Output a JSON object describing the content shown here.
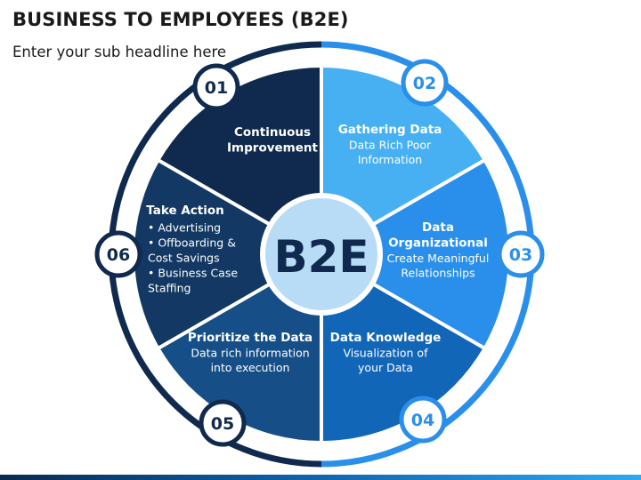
{
  "header": {
    "title": "BUSINESS TO EMPLOYEES (B2E)",
    "subtitle": "Enter your sub headline here"
  },
  "center": {
    "label": "B2E"
  },
  "segments": [
    {
      "number": "01",
      "title_lines": [
        "Continuous",
        "Improvement"
      ],
      "body_lines": [],
      "color": "#0f2a4e"
    },
    {
      "number": "02",
      "title_lines": [
        "Gathering Data"
      ],
      "body_lines": [
        "Data Rich Poor",
        "Information"
      ],
      "color": "#46b0f3"
    },
    {
      "number": "03",
      "title_lines": [
        "Data",
        "Organizational"
      ],
      "body_lines": [
        "Create Meaningful",
        "Relationships"
      ],
      "color": "#2a8fea"
    },
    {
      "number": "04",
      "title_lines": [
        "Data Knowledge"
      ],
      "body_lines": [
        "Visualization of",
        "your Data"
      ],
      "color": "#1266b8"
    },
    {
      "number": "05",
      "title_lines": [
        "Prioritize the Data"
      ],
      "body_lines": [
        "Data rich information",
        "into execution"
      ],
      "color": "#164f88"
    },
    {
      "number": "06",
      "title_lines": [
        "Take Action"
      ],
      "body_lines": [],
      "bullets": [
        "• Advertising",
        "• Offboarding &",
        "   Cost Savings",
        "• Business Case",
        "   Staffing"
      ],
      "color": "#123863"
    }
  ],
  "colors": {
    "ring_dark": "#0f2a4e",
    "ring_light": "#2a8fea",
    "center_fill": "#b9dcf6",
    "center_text": "#0f2a4e",
    "badge_fill": "#ffffff"
  }
}
